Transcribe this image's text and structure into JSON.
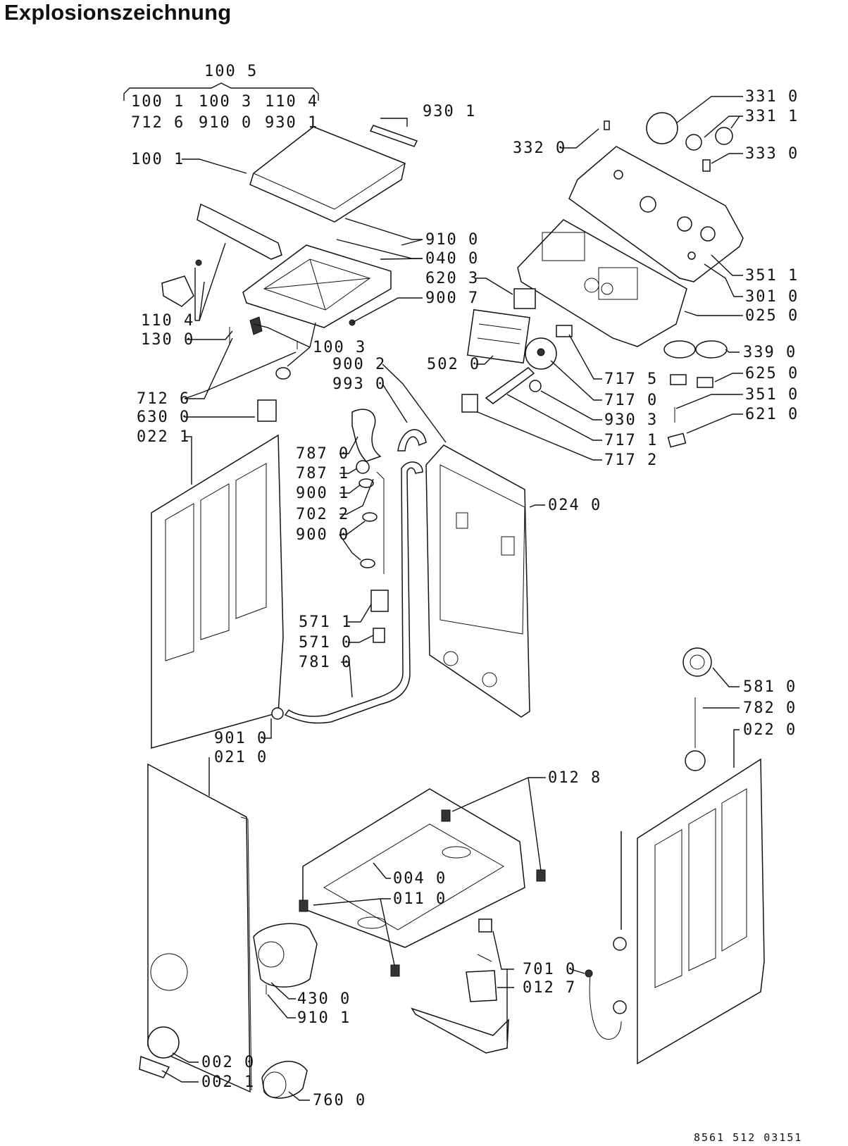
{
  "title": "Explosionszeichnung",
  "group_header": {
    "label": "100 5",
    "row1": [
      "100 1",
      "100 3",
      "110 4"
    ],
    "row2": [
      "712 6",
      "910 0",
      "930 1"
    ]
  },
  "callouts": [
    {
      "id": "c9301a",
      "text": "930 1"
    },
    {
      "id": "c1001",
      "text": "100 1"
    },
    {
      "id": "c3310",
      "text": "331 0"
    },
    {
      "id": "c3311",
      "text": "331 1"
    },
    {
      "id": "c3320",
      "text": "332 0"
    },
    {
      "id": "c3330",
      "text": "333 0"
    },
    {
      "id": "c9100",
      "text": "910 0"
    },
    {
      "id": "c0400",
      "text": "040 0"
    },
    {
      "id": "c6203",
      "text": "620 3"
    },
    {
      "id": "c9007",
      "text": "900 7"
    },
    {
      "id": "c3511",
      "text": "351 1"
    },
    {
      "id": "c3010",
      "text": "301 0"
    },
    {
      "id": "c0250",
      "text": "025 0"
    },
    {
      "id": "c1104",
      "text": "110 4"
    },
    {
      "id": "c1300",
      "text": "130 0"
    },
    {
      "id": "c1003",
      "text": "100 3"
    },
    {
      "id": "c9002",
      "text": "900 2"
    },
    {
      "id": "c9930",
      "text": "993 0"
    },
    {
      "id": "c5020",
      "text": "502 0"
    },
    {
      "id": "c3390",
      "text": "339 0"
    },
    {
      "id": "c7175",
      "text": "717 5"
    },
    {
      "id": "c6250",
      "text": "625 0"
    },
    {
      "id": "c7126",
      "text": "712 6"
    },
    {
      "id": "c7170",
      "text": "717 0"
    },
    {
      "id": "c3510",
      "text": "351 0"
    },
    {
      "id": "c6300",
      "text": "630 0"
    },
    {
      "id": "c9303",
      "text": "930 3"
    },
    {
      "id": "c6210",
      "text": "621 0"
    },
    {
      "id": "c0221",
      "text": "022 1"
    },
    {
      "id": "c7171",
      "text": "717 1"
    },
    {
      "id": "c7172",
      "text": "717 2"
    },
    {
      "id": "c7870",
      "text": "787 0"
    },
    {
      "id": "c7871",
      "text": "787 1"
    },
    {
      "id": "c9001",
      "text": "900 1"
    },
    {
      "id": "c7022",
      "text": "702 2"
    },
    {
      "id": "c9000",
      "text": "900 0"
    },
    {
      "id": "c0240",
      "text": "024 0"
    },
    {
      "id": "c5711",
      "text": "571 1"
    },
    {
      "id": "c5710",
      "text": "571 0"
    },
    {
      "id": "c7810",
      "text": "781 0"
    },
    {
      "id": "c5810",
      "text": "581 0"
    },
    {
      "id": "c7820",
      "text": "782 0"
    },
    {
      "id": "c0220",
      "text": "022 0"
    },
    {
      "id": "c9010",
      "text": "901 0"
    },
    {
      "id": "c0210",
      "text": "021 0"
    },
    {
      "id": "c0128",
      "text": "012 8"
    },
    {
      "id": "c0040",
      "text": "004 0"
    },
    {
      "id": "c0110",
      "text": "011 0"
    },
    {
      "id": "c7010",
      "text": "701 0"
    },
    {
      "id": "c0127",
      "text": "012 7"
    },
    {
      "id": "c4300",
      "text": "430 0"
    },
    {
      "id": "c9101",
      "text": "910 1"
    },
    {
      "id": "c0020",
      "text": "002 0"
    },
    {
      "id": "c0021",
      "text": "002 1"
    },
    {
      "id": "c7600",
      "text": "760 0"
    }
  ],
  "doc_id": "8561 512 03151"
}
